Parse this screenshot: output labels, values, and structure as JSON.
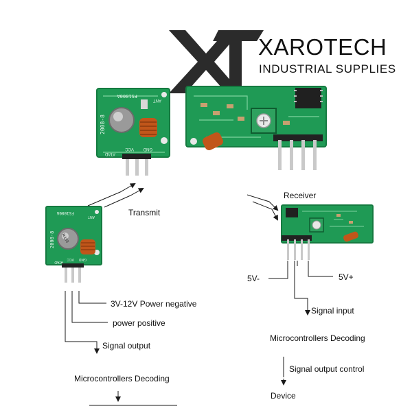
{
  "brand": {
    "name": "XAROTECH",
    "tagline": "INDUSTRIAL SUPPLIES",
    "logo_letters": "XT",
    "logo_color": "#2b2b2b"
  },
  "colors": {
    "pcb": "#1f9a55",
    "pcb_dark": "#157a40",
    "coil": "#c1561a",
    "pin": "#c9c9c9",
    "line": "#1a1a1a"
  },
  "transmitter_board": {
    "model": "FS1000A",
    "batch": "2008-8",
    "pin_labels": [
      "ATAD",
      "VCC",
      "GND"
    ],
    "ant_label": "ANT",
    "crystal_mark": "R433"
  },
  "labels": {
    "transmit": "Transmit",
    "receiver": "Receiver",
    "tx_gnd": "3V-12V Power negative",
    "tx_vcc": "power positive",
    "tx_data": "Signal output",
    "tx_mcu": "Microcontrollers Decoding",
    "rx_5v_minus": "5V-",
    "rx_5v_plus": "5V+",
    "rx_signal_input": "Signal input",
    "rx_mcu": "Microcontrollers Decoding",
    "rx_signal_output_control": "Signal output control",
    "rx_device": "Device"
  }
}
